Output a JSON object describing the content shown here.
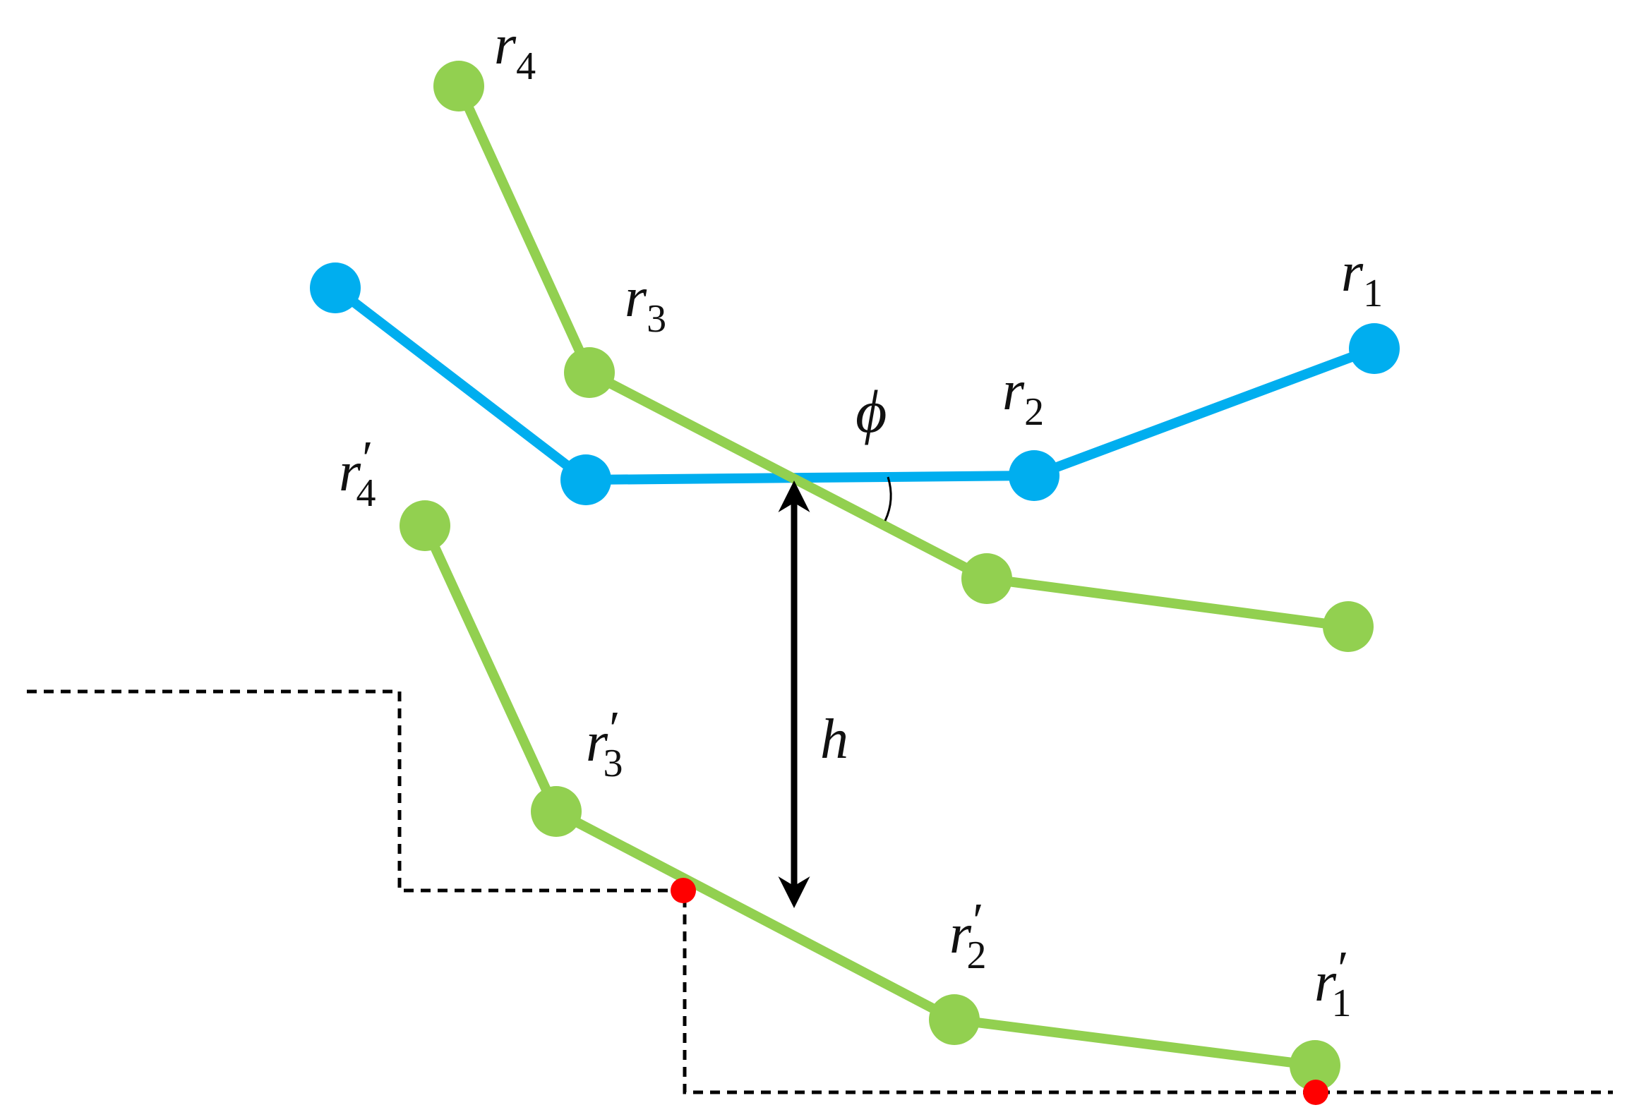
{
  "colors": {
    "blue": "#00AEEF",
    "green": "#92D050",
    "red": "#FF0000",
    "black": "#000000"
  },
  "labels": {
    "r1": {
      "main": "r",
      "sub": "1"
    },
    "r2": {
      "main": "r",
      "sub": "2"
    },
    "r3": {
      "main": "r",
      "sub": "3"
    },
    "r4": {
      "main": "r",
      "sub": "4"
    },
    "r1p": {
      "main": "r",
      "prime": "′",
      "sub": "1"
    },
    "r2p": {
      "main": "r",
      "prime": "′",
      "sub": "2"
    },
    "r3p": {
      "main": "r",
      "prime": "′",
      "sub": "3"
    },
    "r4p": {
      "main": "r",
      "prime": "′",
      "sub": "4"
    },
    "phi": "ϕ",
    "h": "h"
  }
}
